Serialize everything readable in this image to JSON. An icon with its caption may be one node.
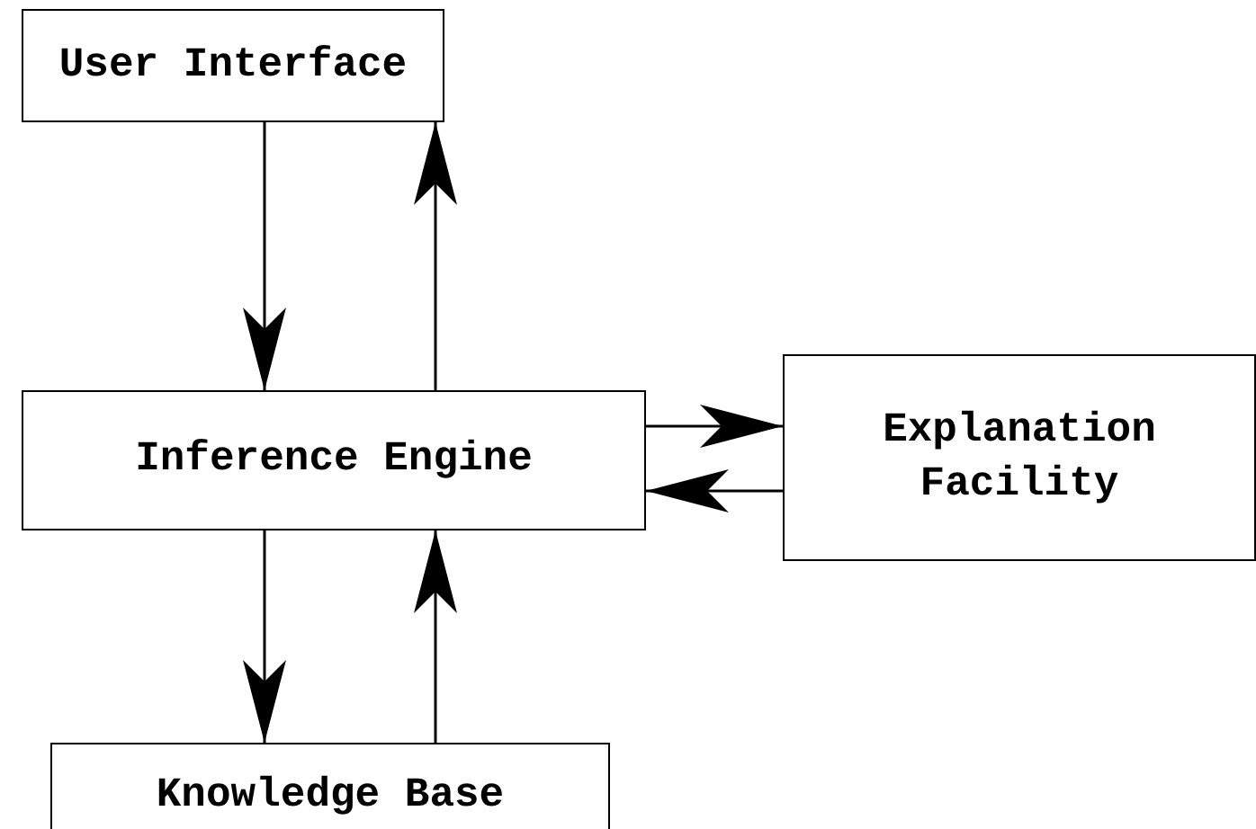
{
  "diagram": {
    "nodes": [
      {
        "text": [
          "User Interface"
        ]
      },
      {
        "text": [
          "Inference Engine"
        ]
      },
      {
        "text": [
          "Explanation Facility"
        ]
      },
      {
        "text": [
          "Knowledge Base"
        ]
      }
    ],
    "edges": [
      {
        "from": 0,
        "to": 1,
        "arrow": "to"
      },
      {
        "from": 1,
        "to": 0,
        "arrow": "to"
      },
      {
        "from": 1,
        "to": 2,
        "arrow": "to"
      },
      {
        "from": 2,
        "to": 1,
        "arrow": "to"
      },
      {
        "from": 1,
        "to": 3,
        "arrow": "to"
      },
      {
        "from": 3,
        "to": 1,
        "arrow": "to"
      }
    ]
  }
}
